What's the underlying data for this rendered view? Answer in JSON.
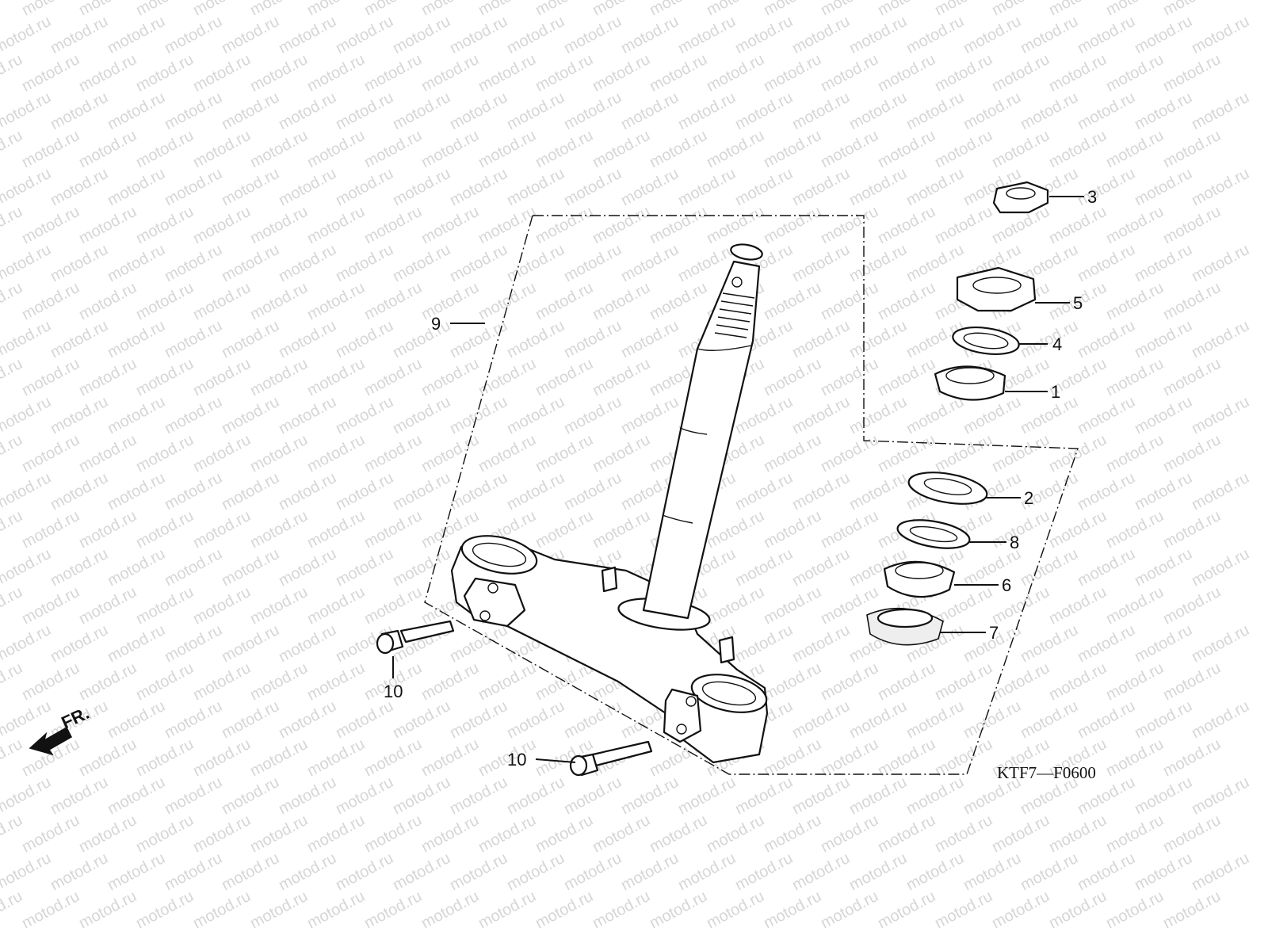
{
  "watermark": {
    "text": "motod.ru"
  },
  "drawing_code": "KTF7—F0600",
  "direction_label": "FR.",
  "callouts": {
    "p1": "1",
    "p2": "2",
    "p3": "3",
    "p4": "4",
    "p5": "5",
    "p6": "6",
    "p7": "7",
    "p8": "8",
    "p9": "9",
    "p10a": "10",
    "p10b": "10"
  },
  "colors": {
    "line": "#111111",
    "watermark": "#d6d6d6",
    "background": "#ffffff"
  }
}
